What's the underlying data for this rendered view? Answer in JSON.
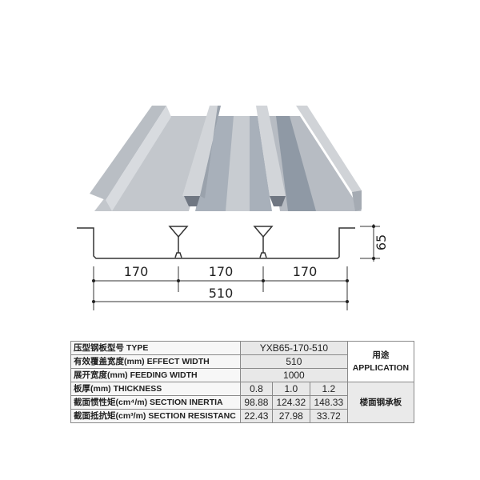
{
  "profile_drawing": {
    "height_dim": "65",
    "rib_spacings": [
      "170",
      "170",
      "170"
    ],
    "total_width": "510"
  },
  "spec_table": {
    "rows": [
      {
        "label": "压型钢板型号 TYPE",
        "value": "YXB65-170-510"
      },
      {
        "label": "有效覆盖宽度(mm)  EFFECT WIDTH",
        "value": "510"
      },
      {
        "label": "展开宽度(mm)  FEEDING WIDTH",
        "value": "1000"
      },
      {
        "label": "板厚(mm)  THICKNESS",
        "values": [
          "0.8",
          "1.0",
          "1.2"
        ]
      },
      {
        "label": "截面惯性矩(cm⁴/m)  SECTION INERTIA",
        "values": [
          "98.88",
          "124.32",
          "148.33"
        ]
      },
      {
        "label": "截面抵抗矩(cm³/m)  SECTION RESISTANC",
        "values": [
          "22.43",
          "27.98",
          "33.72"
        ]
      }
    ],
    "application_header_cn": "用途",
    "application_header_en": "APPLICATION",
    "application_value": "楼面钢承板"
  }
}
